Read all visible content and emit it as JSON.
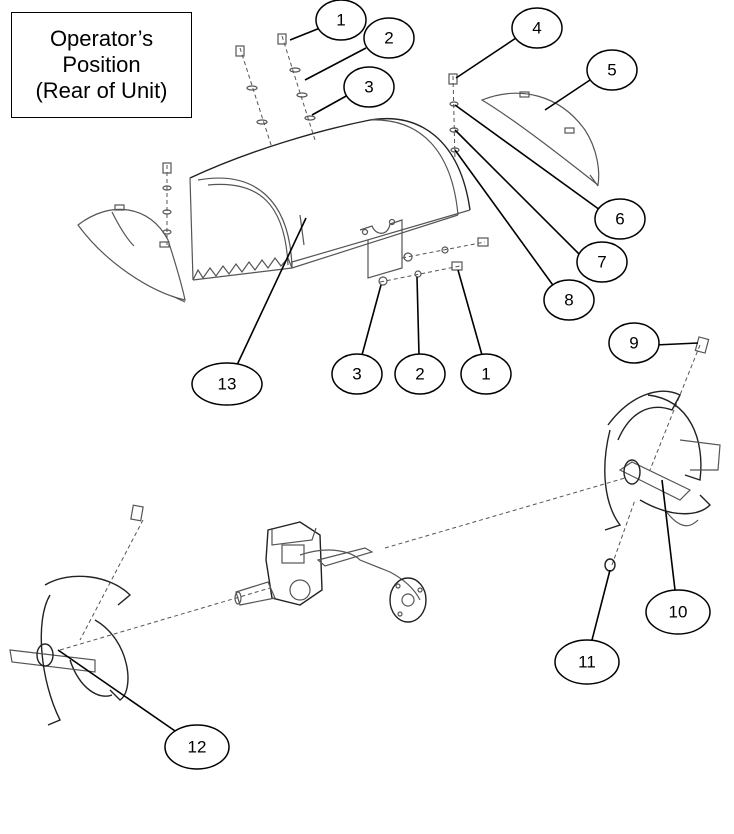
{
  "orientation_box": {
    "line1": "Operator’s",
    "line2": "Position",
    "line3": "(Rear of Unit)"
  },
  "callouts": [
    {
      "id": "c1a",
      "label": "1"
    },
    {
      "id": "c2a",
      "label": "2"
    },
    {
      "id": "c3a",
      "label": "3"
    },
    {
      "id": "c4",
      "label": "4"
    },
    {
      "id": "c5",
      "label": "5"
    },
    {
      "id": "c6",
      "label": "6"
    },
    {
      "id": "c7",
      "label": "7"
    },
    {
      "id": "c8",
      "label": "8"
    },
    {
      "id": "c9",
      "label": "9"
    },
    {
      "id": "c13",
      "label": "13"
    },
    {
      "id": "c3b",
      "label": "3"
    },
    {
      "id": "c2b",
      "label": "2"
    },
    {
      "id": "c1b",
      "label": "1"
    },
    {
      "id": "c10",
      "label": "10"
    },
    {
      "id": "c11",
      "label": "11"
    },
    {
      "id": "c12",
      "label": "12"
    }
  ]
}
